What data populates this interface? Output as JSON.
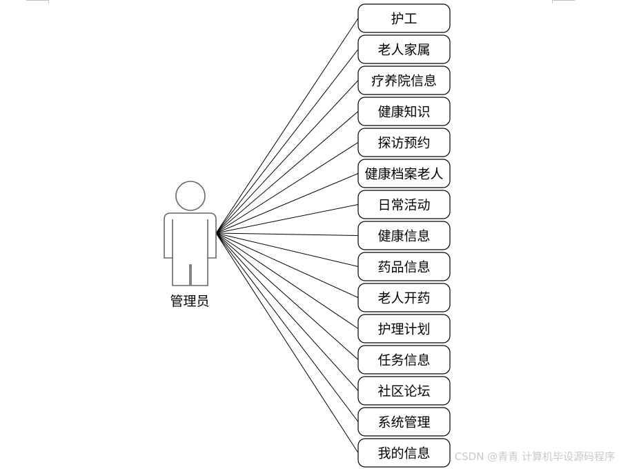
{
  "actor": {
    "label": "管理员"
  },
  "use_cases": [
    "护工",
    "老人家属",
    "疗养院信息",
    "健康知识",
    "探访预约",
    "健康档案老人",
    "日常活动",
    "健康信息",
    "药品信息",
    "老人开药",
    "护理计划",
    "任务信息",
    "社区论坛",
    "系统管理",
    "我的信息"
  ],
  "watermark": "CSDN @青青  计算机毕设源码程序"
}
